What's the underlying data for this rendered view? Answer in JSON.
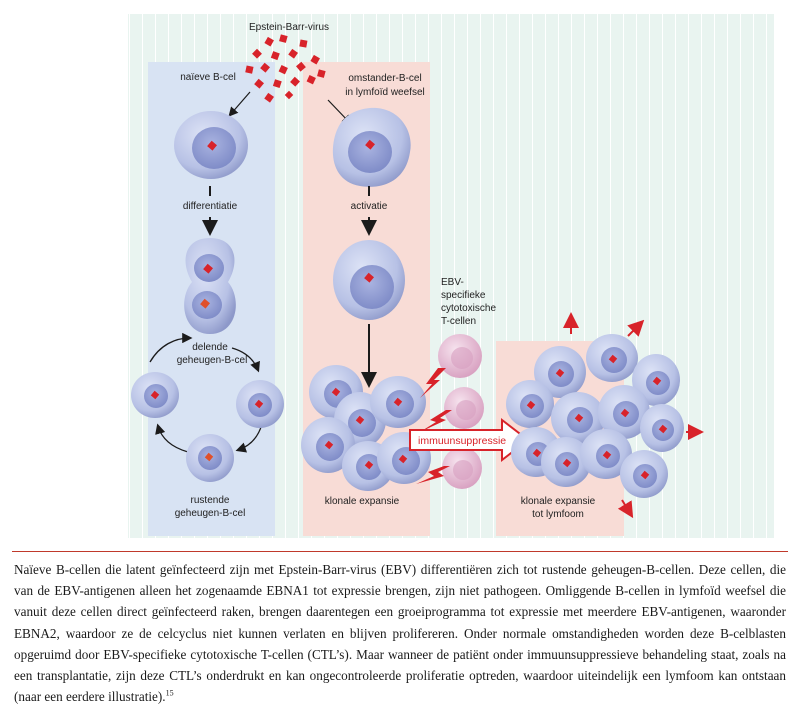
{
  "labels": {
    "virus": "Epstein-Barr-virus",
    "naive": "naïeve  B-cel",
    "bystander_1": "omstander-B-cel",
    "bystander_2": "in lymfoïd weefsel",
    "differentiation": "differentiatie",
    "activation": "activatie",
    "dividing_1": "delende",
    "dividing_2": "geheugen-B-cel",
    "resting_1": "rustende",
    "resting_2": "geheugen-B-cel",
    "ctl_1": "EBV-",
    "ctl_2": "specifieke",
    "ctl_3": "cytotoxische",
    "ctl_4": "T-cellen",
    "clonal": "klonale expansie",
    "clonal_lymphoma_1": "klonale expansie",
    "clonal_lymphoma_2": "tot lymfoom",
    "immunosuppression": "immuunsuppressie"
  },
  "caption": {
    "text": "Naïeve B-cellen die latent geïnfecteerd zijn met Epstein-Barr-virus (EBV) differentiëren zich tot rustende geheugen-B-cellen. Deze cellen, die van de EBV-antigenen alleen het zogenaamde EBNA1 tot expressie brengen, zijn niet pathogeen. Omliggende B-cellen in lymfoïd weefsel die vanuit deze cellen direct geïnfecteerd raken, brengen daarentegen een groeiprogramma tot expressie met meerdere EBV-antigenen, waaronder EBNA2, waardoor ze de celcyclus niet kunnen verlaten en blijven prolifereren. Onder normale omstandigheden worden deze B-celblasten opgeruimd door EBV-specifieke cytotoxische T-cellen (CTL’s). Maar wanneer de patiënt onder immuunsuppressieve behandeling staat, zoals na een transplantatie, zijn deze CTL’s onderdrukt en kan ongecontroleerde proliferatie optreden, waardoor uiteindelijk een lymfoom kan ontstaan (naar een eerdere illustratie).",
    "footnote": "15"
  },
  "colors": {
    "background_panel": "#eaf4f1",
    "naive_panel": "#d8e3f3",
    "bystander_panel": "#f8dcd6",
    "cell_fill": "#b9c3e6",
    "nucleus_fill": "#8e9ad0",
    "virus_red": "#d8232a",
    "t_cell": "#e3aecb"
  }
}
